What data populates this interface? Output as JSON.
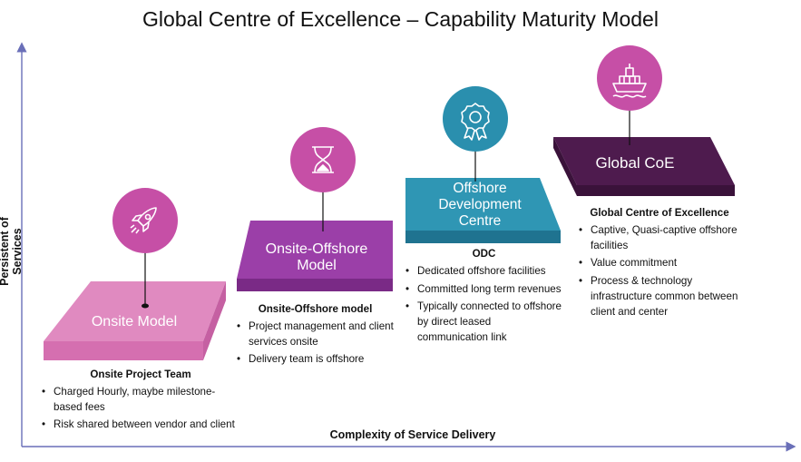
{
  "title": "Global Centre of Excellence – Capability Maturity Model",
  "axes": {
    "y_label": "Persistent of Services",
    "x_label": "Complexity of Service Delivery"
  },
  "colors": {
    "onsite": "#e08ac0",
    "onsite_offshore": "#9b3fa8",
    "odc": "#2f96b4",
    "global_coe": "#4e1b4e",
    "icon_circle": "#c64fa6",
    "odc_icon_circle": "#2a8fae",
    "axis": "#6a6fb8"
  },
  "stages": [
    {
      "id": "onsite",
      "platform_label": "Onsite Model",
      "icon": "rocket-icon",
      "heading": "Onsite Project Team",
      "bullets": [
        "Charged Hourly, maybe milestone-based fees",
        "Risk shared between vendor and client"
      ]
    },
    {
      "id": "onsite_offshore",
      "platform_label": "Onsite-Offshore Model",
      "icon": "hourglass-icon",
      "heading": "Onsite-Offshore model",
      "bullets": [
        "Project management and client services onsite",
        "Delivery team is offshore"
      ]
    },
    {
      "id": "odc",
      "platform_label": "Offshore Development Centre",
      "icon": "award-ribbon-icon",
      "heading": "ODC",
      "bullets": [
        "Dedicated offshore facilities",
        "Committed long term revenues",
        "Typically connected to offshore by direct leased communication link"
      ]
    },
    {
      "id": "global_coe",
      "platform_label": "Global CoE",
      "icon": "cargo-ship-icon",
      "heading": "Global Centre of Excellence",
      "bullets": [
        "Captive, Quasi-captive offshore facilities",
        "Value commitment",
        "Process & technology infrastructure common between client and center"
      ]
    }
  ]
}
